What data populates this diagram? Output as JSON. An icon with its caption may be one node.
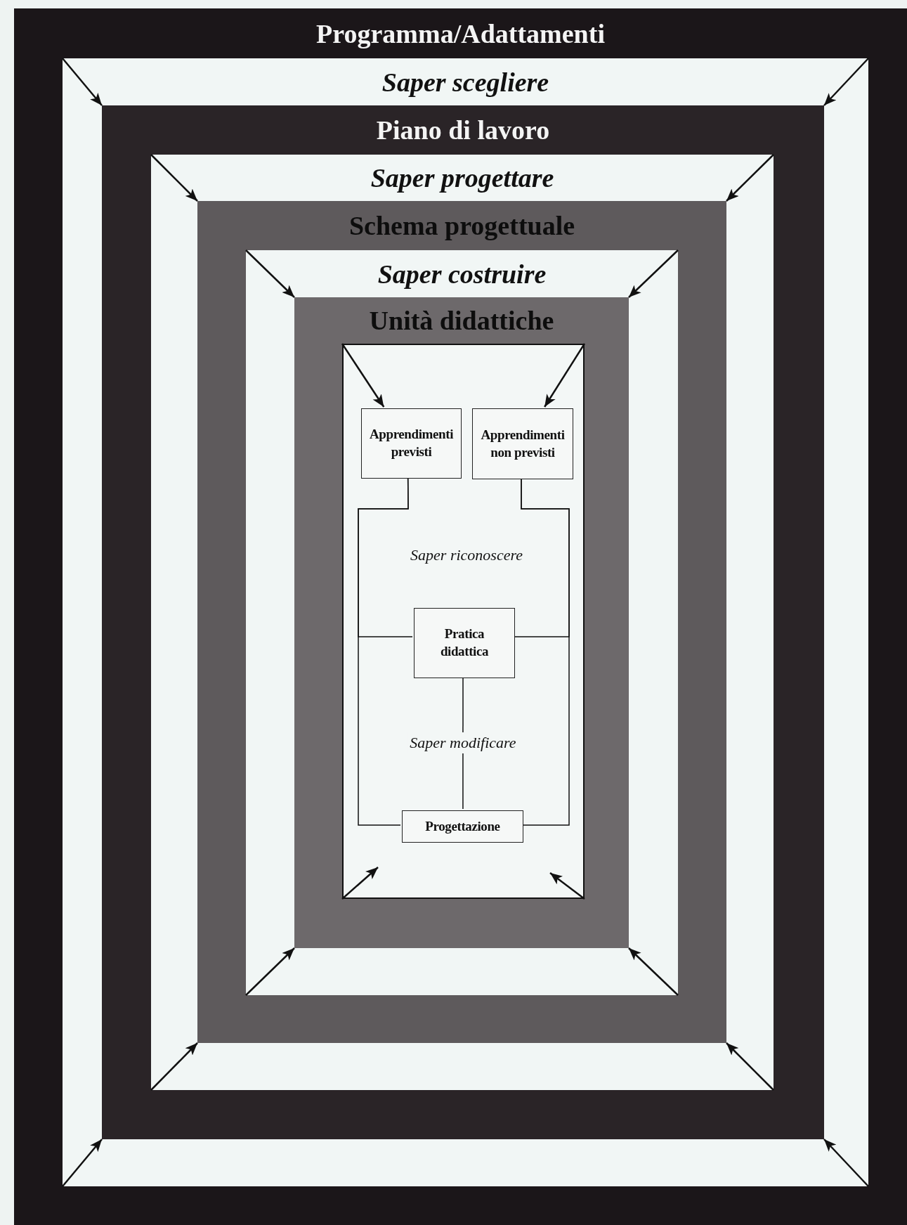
{
  "diagram": {
    "nodes": [
      {
        "text": [
          "Programma/Adattamenti"
        ]
      },
      {
        "text": [
          "Saper scegliere"
        ],
        "in": 0
      },
      {
        "text": [
          "Piano di lavoro"
        ],
        "in": 1
      },
      {
        "text": [
          "Saper progettare"
        ],
        "in": 2
      },
      {
        "text": [
          "Schema progettuale"
        ],
        "in": 3
      },
      {
        "text": [
          "Saper costruire"
        ],
        "in": 4
      },
      {
        "text": [
          "Unità didattiche"
        ],
        "in": 5
      },
      {
        "text": [],
        "shape": "box",
        "in": 6
      },
      {
        "text": [
          "Apprendimenti previsti"
        ],
        "in": 7
      },
      {
        "text": [
          "Apprendimenti non previsti"
        ],
        "in": 7
      },
      {
        "text": [
          "Pratica didattica"
        ],
        "in": 7
      },
      {
        "text": [
          "Progettazione"
        ],
        "in": 7
      }
    ],
    "edges": [
      {
        "from": 1,
        "to": 2,
        "arrow": "to"
      },
      {
        "from": 1,
        "to": 2,
        "arrow": "to"
      },
      {
        "from": 1,
        "to": 2,
        "arrow": "to"
      },
      {
        "from": 1,
        "to": 2,
        "arrow": "to"
      },
      {
        "from": 3,
        "to": 4,
        "arrow": "to"
      },
      {
        "from": 3,
        "to": 4,
        "arrow": "to"
      },
      {
        "from": 3,
        "to": 4,
        "arrow": "to"
      },
      {
        "from": 3,
        "to": 4,
        "arrow": "to"
      },
      {
        "from": 5,
        "to": 6,
        "arrow": "to"
      },
      {
        "from": 5,
        "to": 6,
        "arrow": "to"
      },
      {
        "from": 5,
        "to": 6,
        "arrow": "to"
      },
      {
        "from": 5,
        "to": 6,
        "arrow": "to"
      },
      {
        "from": 7,
        "to": 8,
        "arrow": "to"
      },
      {
        "from": 7,
        "to": 9,
        "arrow": "to"
      },
      {
        "from": 7,
        "to": null,
        "arrow": "to"
      },
      {
        "from": 7,
        "to": null,
        "arrow": "to"
      },
      {
        "from": 8,
        "to": 11,
        "arrow": "none"
      },
      {
        "from": 9,
        "to": 11,
        "arrow": "none"
      },
      {
        "from": 10,
        "to": 8,
        "arrow": "none"
      },
      {
        "from": 10,
        "to": 9,
        "arrow": "none"
      },
      {
        "from": 10,
        "to": 11,
        "arrow": "none",
        "label": "Saper modificare"
      }
    ],
    "labels": [
      "Saper riconoscere"
    ]
  }
}
